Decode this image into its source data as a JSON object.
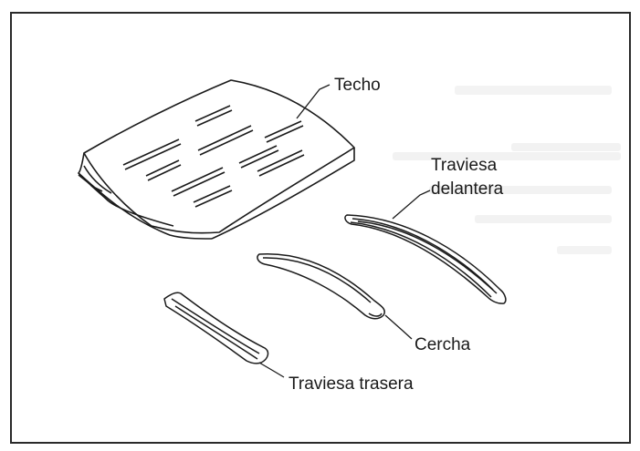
{
  "diagram": {
    "labels": {
      "techo": "Techo",
      "traviesa_delantera_line1": "Traviesa",
      "traviesa_delantera_line2": "delantera",
      "cercha": "Cercha",
      "traviesa_trasera": "Traviesa trasera"
    },
    "background_text": "Ap... techo ... Lo ... techo ... ",
    "colors": {
      "ink": "#1a1a1a",
      "frame": "#2a2a2a",
      "paper": "#ffffff"
    }
  }
}
